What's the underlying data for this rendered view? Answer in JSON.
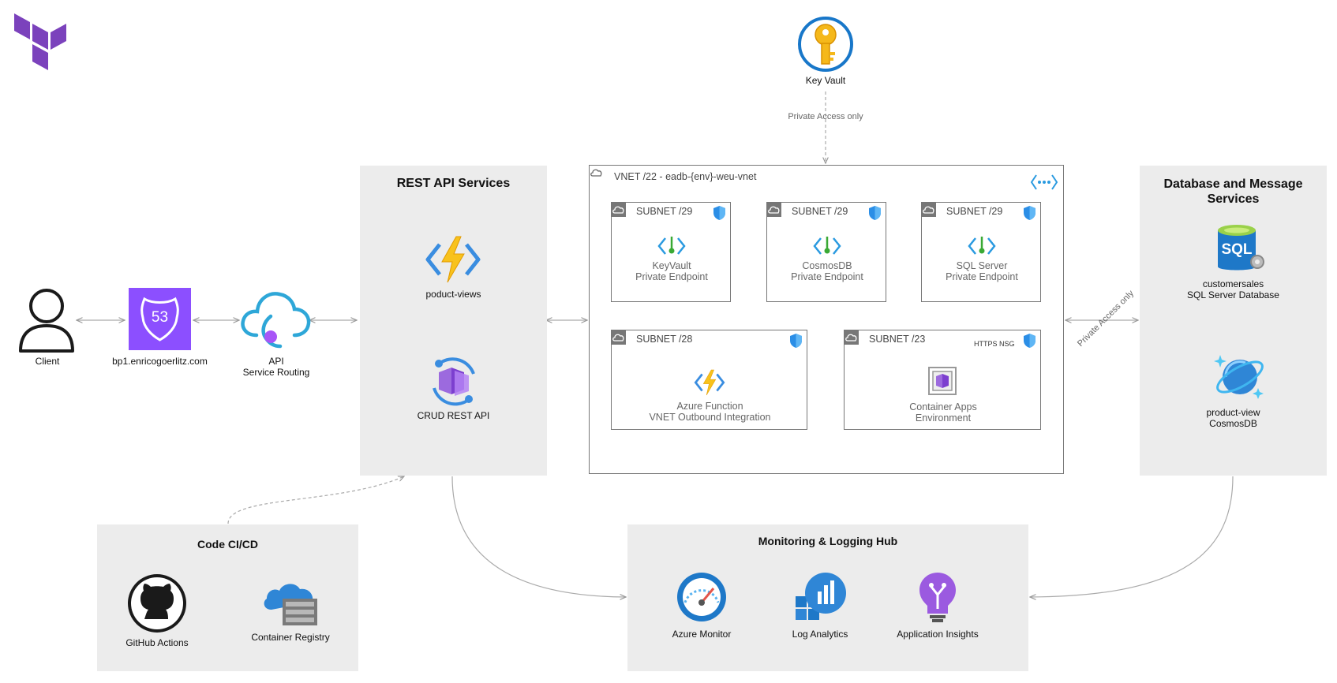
{
  "diagram": {
    "client": {
      "label": "Client"
    },
    "route53": {
      "label": "bp1.enricogoerlitz.com",
      "badge": "53"
    },
    "api_routing": {
      "label_line1": "API",
      "label_line2": "Service Routing"
    },
    "rest_api": {
      "title": "REST API Services",
      "function": {
        "label": "poduct-views"
      },
      "crud": {
        "label": "CRUD REST API"
      }
    },
    "key_vault": {
      "label": "Key Vault",
      "edge_label": "Private Access only"
    },
    "vnet": {
      "label": "VNET /22 - eadb-{env}-weu-vnet",
      "subnets": [
        {
          "title": "SUBNET /29",
          "line1": "KeyVault",
          "line2": "Private Endpoint"
        },
        {
          "title": "SUBNET /29",
          "line1": "CosmosDB",
          "line2": "Private Endpoint"
        },
        {
          "title": "SUBNET /29",
          "line1": "SQL Server",
          "line2": "Private Endpoint"
        },
        {
          "title": "SUBNET /28",
          "line1": "Azure Function",
          "line2": "VNET Outbound Integration"
        },
        {
          "title": "SUBNET /23",
          "line1": "Container Apps",
          "line2": "Environment",
          "nsg": "HTTPS NSG"
        }
      ]
    },
    "db_edge_label": "Private Access only",
    "databases": {
      "title_line1": "Database and Message",
      "title_line2": "Services",
      "sql": {
        "line1": "customersales",
        "line2": "SQL Server Database",
        "icon_text": "SQL"
      },
      "cosmos": {
        "line1": "product-view",
        "line2": "CosmosDB"
      }
    },
    "cicd": {
      "title": "Code CI/CD",
      "github": {
        "label": "GitHub Actions"
      },
      "registry": {
        "label": "Container Registry"
      }
    },
    "monitoring": {
      "title": "Monitoring & Logging Hub",
      "azure_monitor": {
        "label": "Azure Monitor"
      },
      "log_analytics": {
        "label": "Log Analytics"
      },
      "app_insights": {
        "label": "Application Insights"
      }
    }
  },
  "colors": {
    "panel": "#ececec",
    "terraform": "#7b42bc",
    "route53": "#8c4fff",
    "azure_blue": "#0078d4",
    "function_yellow": "#f8c21c",
    "key_gold": "#f5b81a",
    "purple": "#8b5cf6"
  }
}
